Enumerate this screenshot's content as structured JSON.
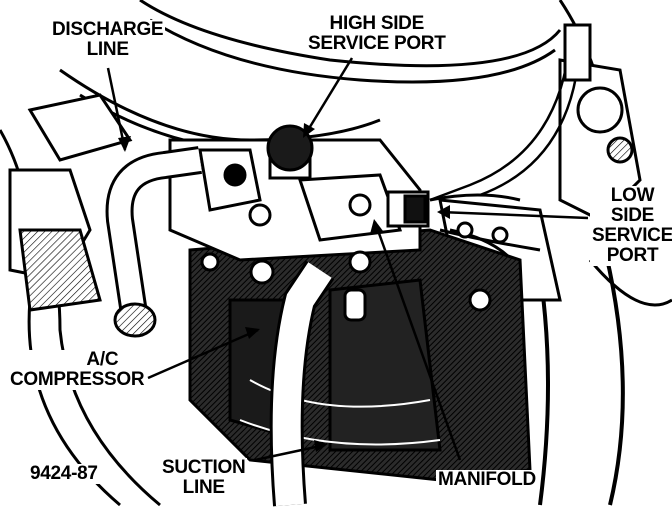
{
  "labels": {
    "discharge_line": [
      "DISCHARGE",
      "LINE"
    ],
    "high_side_service_port": [
      "HIGH SIDE",
      "SERVICE PORT"
    ],
    "low_side_service_port": [
      "LOW",
      "SIDE",
      "SERVICE",
      "PORT"
    ],
    "ac_compressor": [
      "A/C",
      "COMPRESSOR"
    ],
    "suction_line": [
      "SUCTION",
      "LINE"
    ],
    "manifold": "MANIFOLD",
    "figure_number": "9424-87"
  },
  "colors": {
    "ink": "#000000",
    "paper": "#ffffff",
    "shade": "#3a3a3a"
  }
}
